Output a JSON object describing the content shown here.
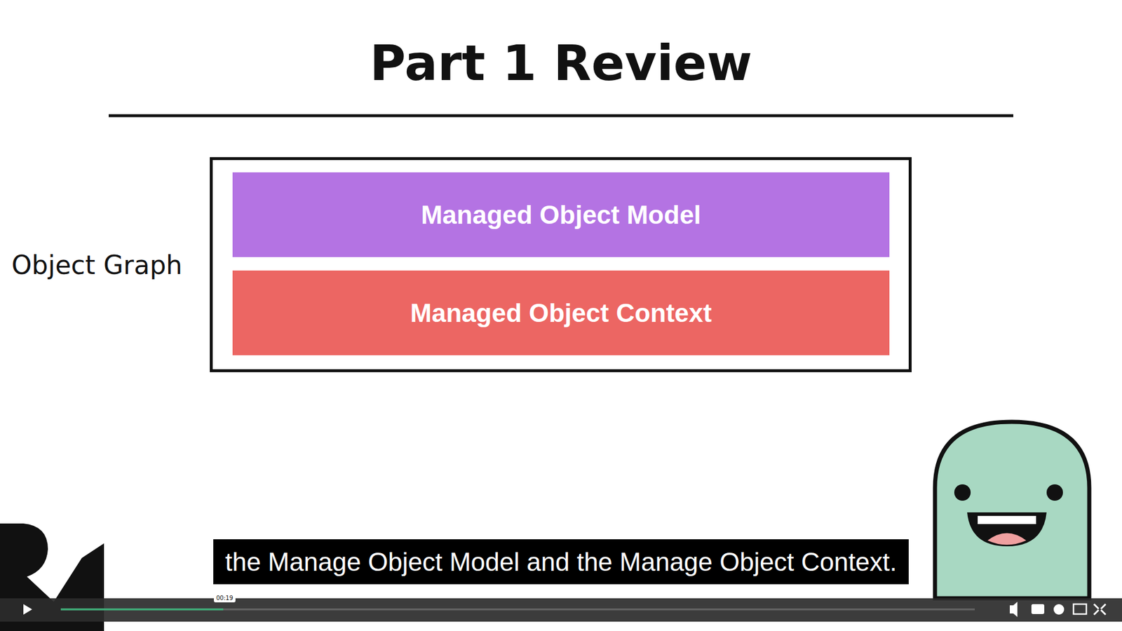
{
  "diagram": {
    "title": "Part 1 Review",
    "caption": "the Manage Object Model and the Manage Object Context.",
    "nodes": [
      {
        "text": [
          "Object Graph"
        ]
      },
      {
        "text": [
          "Managed Object Model"
        ],
        "in": 0
      },
      {
        "text": [
          "Managed Object Context"
        ],
        "in": 0
      }
    ],
    "labels": [
      "00:19"
    ]
  }
}
